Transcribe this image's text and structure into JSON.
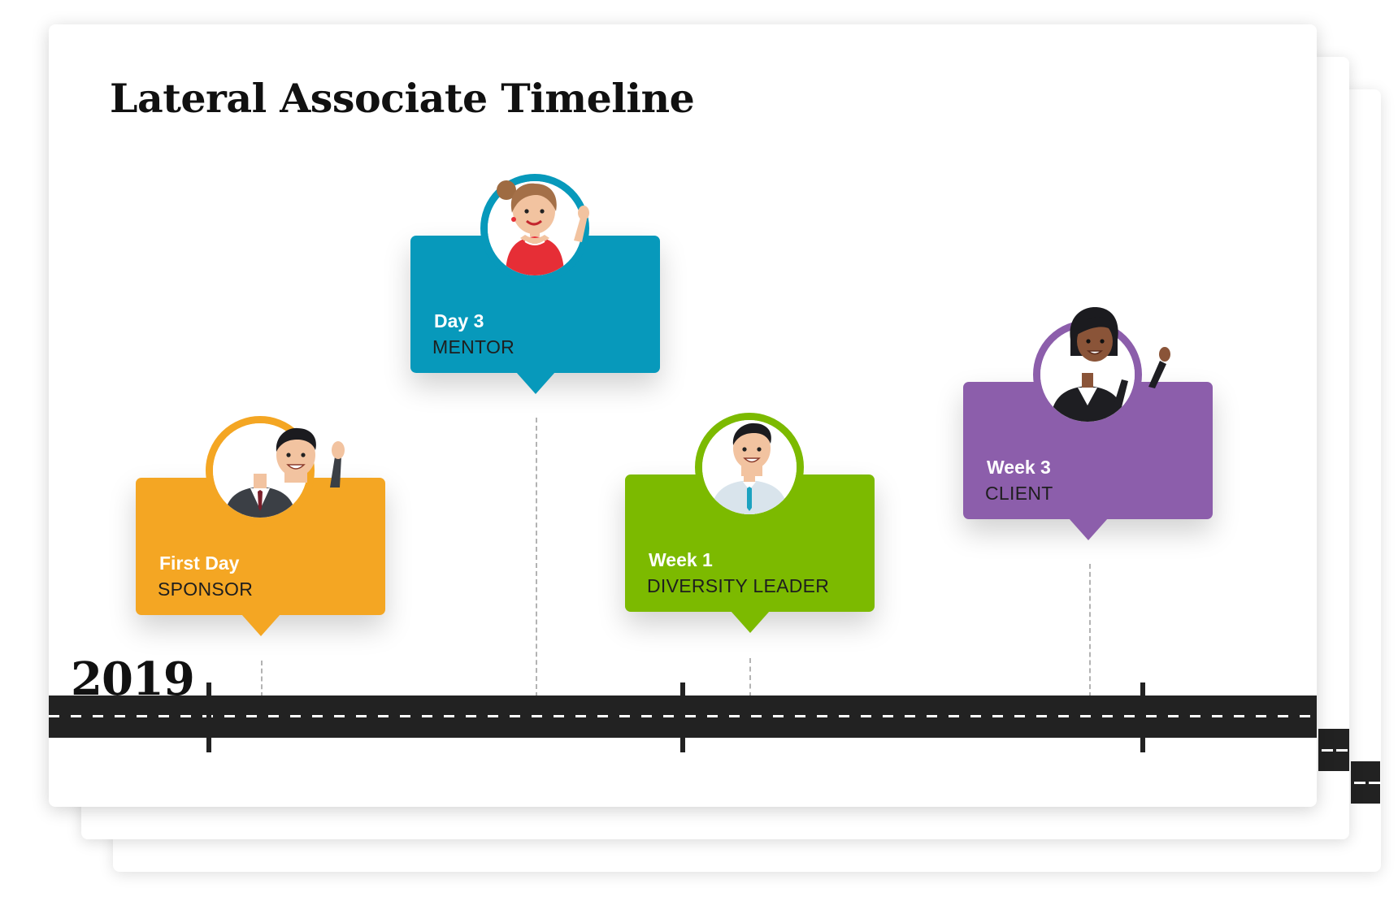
{
  "title": "Lateral Associate Timeline",
  "year": "2019",
  "milestones": [
    {
      "time": "First Day",
      "role": "SPONSOR",
      "color": "#F4A623",
      "person": "man-in-suit-waving"
    },
    {
      "time": "Day 3",
      "role": "MENTOR",
      "color": "#0799BB",
      "person": "woman-in-red-dress-thumbs-up"
    },
    {
      "time": "Week 1",
      "role": "DIVERSITY LEADER",
      "color": "#7CBA00",
      "person": "man-in-shirt-and-tie"
    },
    {
      "time": "Week 3",
      "role": "CLIENT",
      "color": "#8C5EAB",
      "person": "woman-in-black-suit-thumbs-up"
    }
  ]
}
